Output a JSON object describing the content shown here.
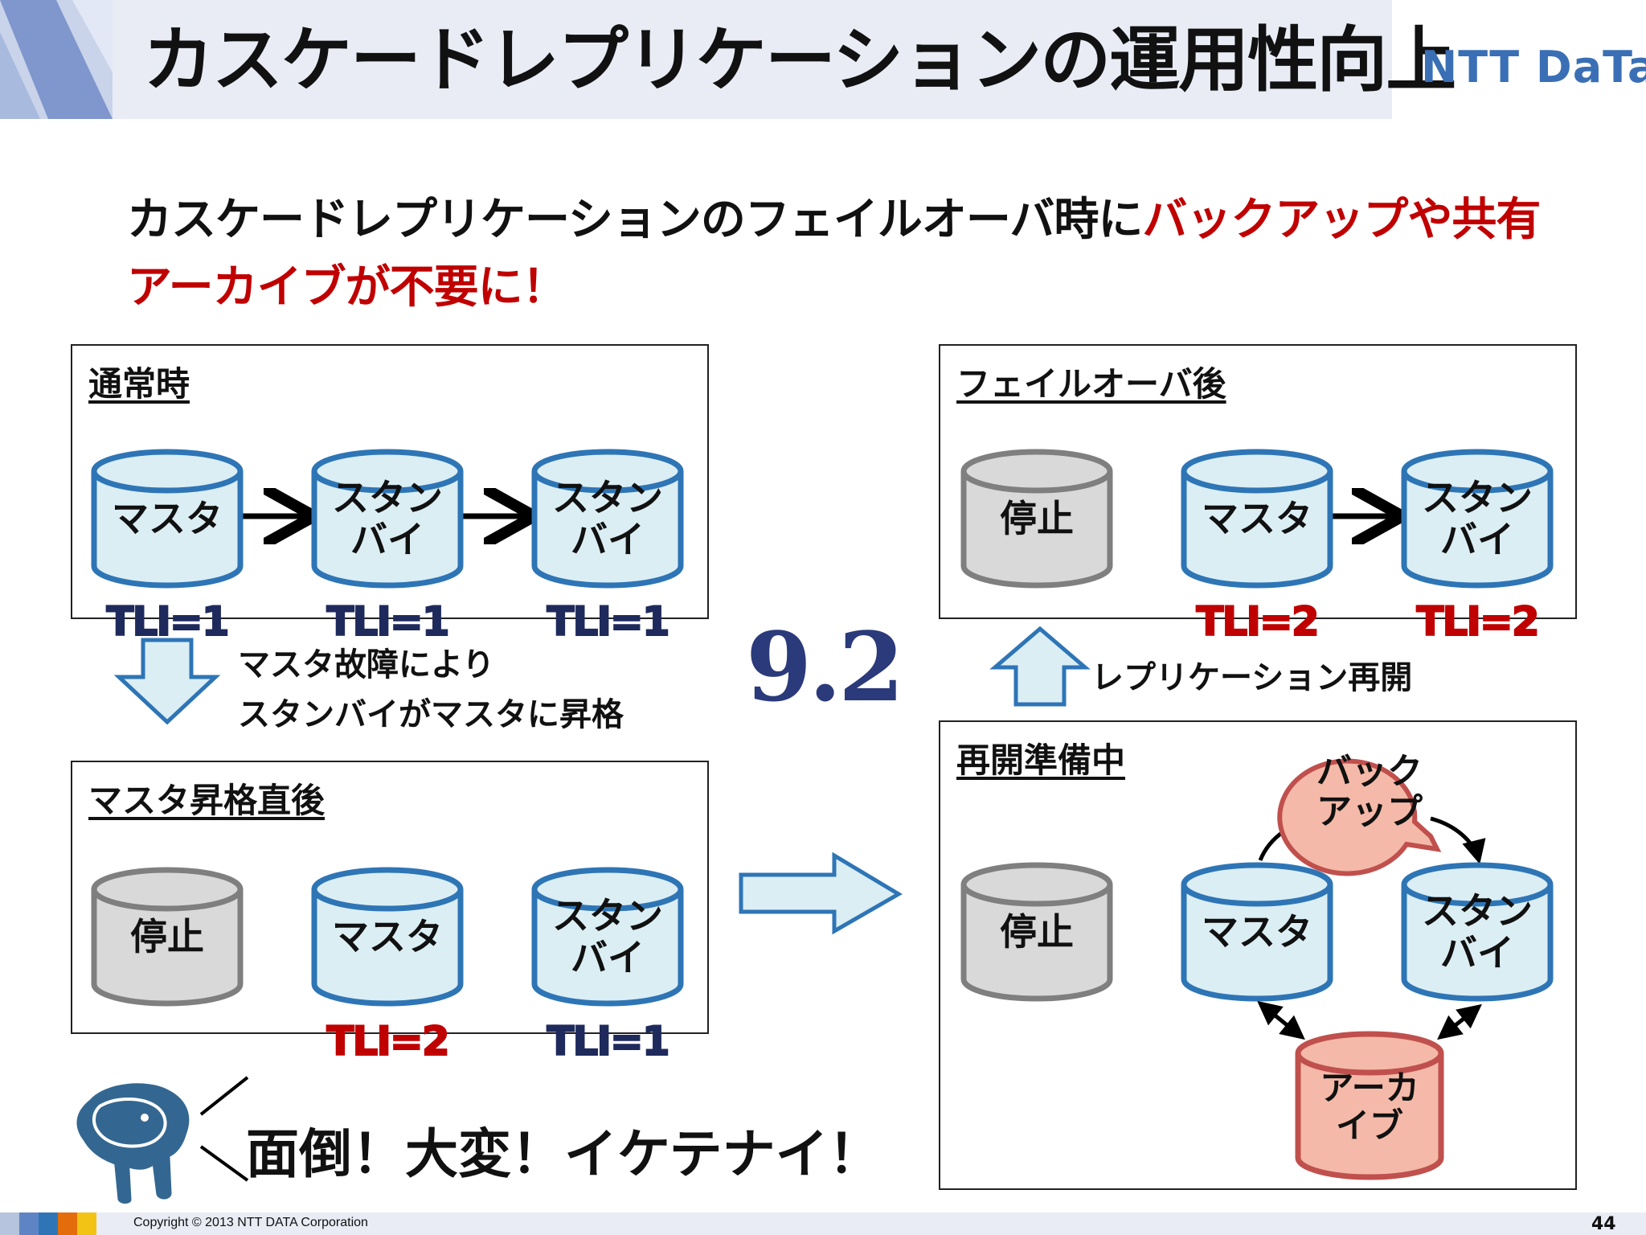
{
  "header": {
    "title": "カスケードレプリケーションの運用性向上",
    "logo": "NTT DaTa"
  },
  "headline": {
    "part1": "カスケードレプリケーションのフェイルオーバ時に",
    "part2": "バックアップや共有アーカイブが不要に！"
  },
  "panels": {
    "normal": {
      "title": "通常時",
      "nodes": [
        {
          "label_lines": [
            "マスタ"
          ],
          "state": "active",
          "tli": "TLI=1"
        },
        {
          "label_lines": [
            "スタン",
            "バイ"
          ],
          "state": "active",
          "tli": "TLI=1"
        },
        {
          "label_lines": [
            "スタン",
            "バイ"
          ],
          "state": "active",
          "tli": "TLI=1"
        }
      ]
    },
    "promoted": {
      "title": "マスタ昇格直後",
      "nodes": [
        {
          "label_lines": [
            "停止"
          ],
          "state": "stopped",
          "tli": ""
        },
        {
          "label_lines": [
            "マスタ"
          ],
          "state": "active",
          "tli": "TLI=2"
        },
        {
          "label_lines": [
            "スタン",
            "バイ"
          ],
          "state": "active",
          "tli": "TLI=1"
        }
      ]
    },
    "preparing": {
      "title": "再開準備中",
      "nodes": [
        {
          "label_lines": [
            "停止"
          ],
          "state": "stopped"
        },
        {
          "label_lines": [
            "マスタ"
          ],
          "state": "active"
        },
        {
          "label_lines": [
            "スタン",
            "バイ"
          ],
          "state": "active"
        }
      ],
      "backup_lines": [
        "バック",
        "アップ"
      ],
      "archive_lines": [
        "アーカ",
        "イブ"
      ]
    },
    "after": {
      "title": "フェイルオーバ後",
      "nodes": [
        {
          "label_lines": [
            "停止"
          ],
          "state": "stopped",
          "tli": ""
        },
        {
          "label_lines": [
            "マスタ"
          ],
          "state": "active",
          "tli": "TLI=2"
        },
        {
          "label_lines": [
            "スタン",
            "バイ"
          ],
          "state": "active",
          "tli": "TLI=2"
        }
      ]
    }
  },
  "notes": {
    "promotion_line1": "マスタ故障により",
    "promotion_line2": "スタンバイがマスタに昇格",
    "version": "9.2",
    "resume": "レプリケーション再開",
    "complaint": "面倒！大変！イケテナイ！"
  },
  "colors": {
    "active_fill": "#dbeef4",
    "active_stroke": "#2e75b6",
    "stopped_fill": "#d9d9d9",
    "stopped_stroke": "#7f7f7f",
    "tli_navy": "#1f2a5c",
    "tli_red": "#c00000",
    "archive_fill": "#f4b9a8",
    "archive_stroke": "#c0504d"
  },
  "footer": {
    "copyright": "Copyright © 2013 NTT DATA Corporation",
    "page_number": "44"
  }
}
